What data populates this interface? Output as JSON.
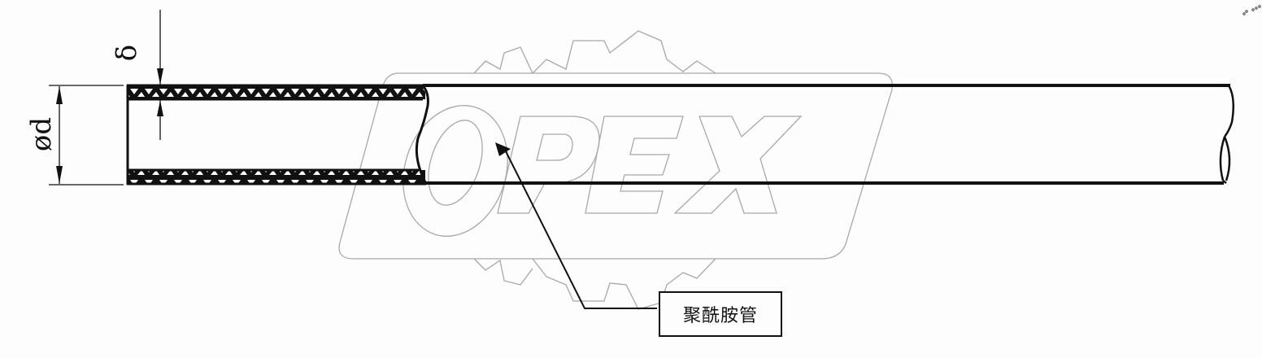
{
  "diagram": {
    "type": "technical-drawing",
    "subject": "polyamide tube cross-section",
    "dimensions": {
      "wall_thickness_symbol": "δ",
      "outer_diameter_symbol": "ød"
    },
    "callout": {
      "label": "聚酰胺管"
    },
    "watermark": {
      "text": "OPEX",
      "color": "#a8a8a8"
    },
    "colors": {
      "line": "#111111",
      "background": "#fcfdfc",
      "watermark": "#a8a8a8"
    }
  }
}
